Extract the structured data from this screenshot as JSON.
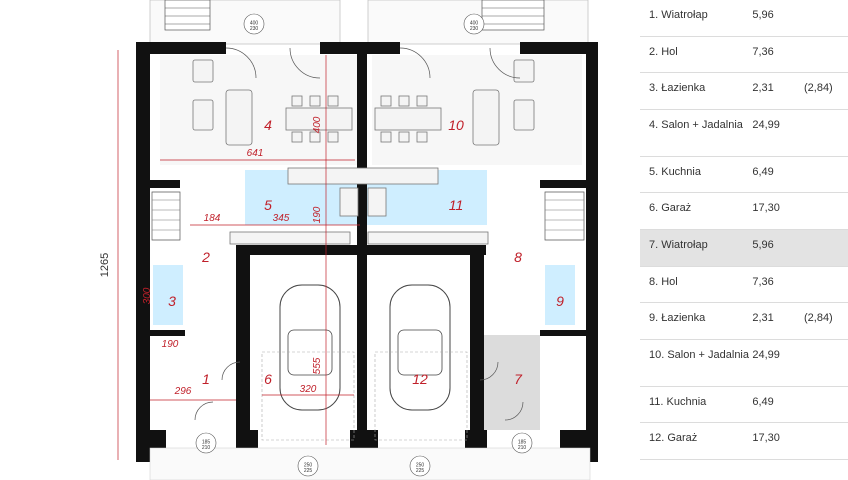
{
  "plan": {
    "overall_dim": "1265",
    "room_numbers": [
      "1",
      "2",
      "3",
      "4",
      "5",
      "6",
      "7",
      "8",
      "9",
      "10",
      "11",
      "12"
    ],
    "dims": {
      "d641": "641",
      "d400": "400",
      "d184": "184",
      "d345": "345",
      "d190": "190",
      "d300": "300",
      "d190b": "190",
      "d296": "296",
      "d320": "320",
      "d555": "555"
    },
    "tags": {
      "win_top_l": "400\n230",
      "win_top_r": "400\n230",
      "door_bl": "185\n210",
      "door_br": "185\n210",
      "gar_l": "250\n225",
      "gar_r": "250\n225"
    }
  },
  "rooms_table": [
    {
      "name": "1. Wiatrołap",
      "area": "5,96",
      "extra": "",
      "highlight": false
    },
    {
      "name": "2. Hol",
      "area": "7,36",
      "extra": "",
      "highlight": false
    },
    {
      "name": "3. Łazienka",
      "area": "2,31",
      "extra": "(2,84)",
      "highlight": false
    },
    {
      "name": "4. Salon + Jadalnia",
      "area": "24,99",
      "extra": "",
      "highlight": false
    },
    {
      "name": "5. Kuchnia",
      "area": "6,49",
      "extra": "",
      "highlight": false
    },
    {
      "name": "6. Garaż",
      "area": "17,30",
      "extra": "",
      "highlight": false
    },
    {
      "name": "7. Wiatrołap",
      "area": "5,96",
      "extra": "",
      "highlight": true
    },
    {
      "name": "8. Hol",
      "area": "7,36",
      "extra": "",
      "highlight": false
    },
    {
      "name": "9. Łazienka",
      "area": "2,31",
      "extra": "(2,84)",
      "highlight": false
    },
    {
      "name": "10. Salon + Jadalnia",
      "area": "24,99",
      "extra": "",
      "highlight": false
    },
    {
      "name": "11. Kuchnia",
      "area": "6,49",
      "extra": "",
      "highlight": false
    },
    {
      "name": "12. Garaż",
      "area": "17,30",
      "extra": "",
      "highlight": false
    }
  ]
}
